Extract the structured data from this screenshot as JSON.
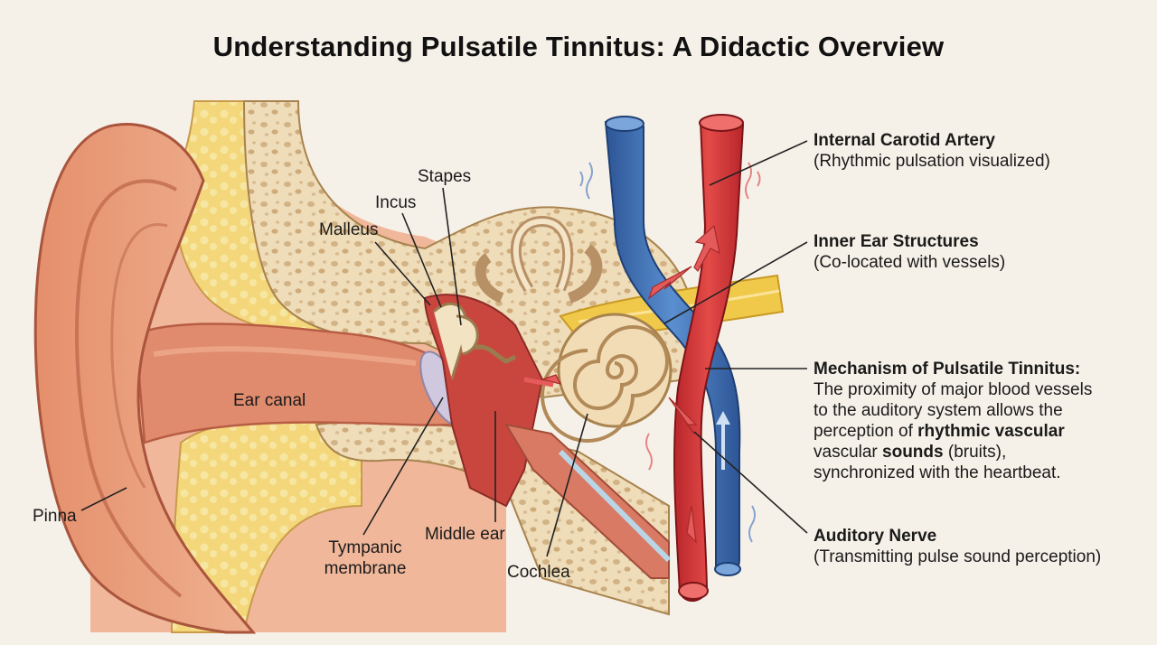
{
  "title": "Understanding Pulsatile Tinnitus: A Didactic Overview",
  "labels": {
    "stapes": "Stapes",
    "incus": "Incus",
    "malleus": "Malleus",
    "ear_canal": "Ear canal",
    "pinna": "Pinna",
    "tympanic_1": "Tympanic",
    "tympanic_2": "membrane",
    "middle_ear": "Middle ear",
    "cochlea": "Cochlea"
  },
  "callouts": {
    "carotid_title": "Internal Carotid Artery",
    "carotid_sub": "(Rhythmic pulsation visualized)",
    "inner_title": "Inner Ear Structures",
    "inner_sub": "(Co-located with vessels)",
    "mech_title": "Mechanism of Pulsatile Tinnitus:",
    "mech_l1": "The proximity of major blood vessels",
    "mech_l2": "to the auditory system allows the",
    "mech_l3a": "perception of ",
    "mech_l3b": "rhythmic vascular",
    "mech_l4a": "vascular ",
    "mech_l4b": "sounds",
    "mech_l4c": " (bruits),",
    "mech_l5": "synchronized with the heartbeat.",
    "nerve_title": "Auditory Nerve",
    "nerve_sub": "(Transmitting pulse sound perception)"
  },
  "colors": {
    "background": "#f6f1e8",
    "skin": "#e8a07e",
    "artery": "#d9373a",
    "vein": "#3d6fb3",
    "bone": "#efdcb8",
    "fat": "#f3d77a",
    "nerve": "#f0c94a"
  }
}
